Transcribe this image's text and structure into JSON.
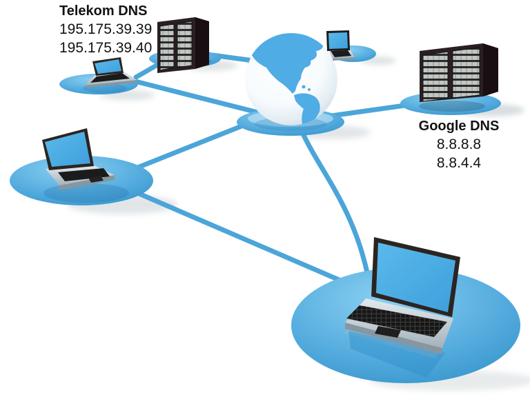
{
  "labels": {
    "telekom_title": "Telekom DNS",
    "telekom_ip1": "195.175.39.39",
    "telekom_ip2": "195.175.39.40",
    "google_title": "Google DNS",
    "google_ip1": "8.8.8.8",
    "google_ip2": "8.8.4.4"
  },
  "nodes": [
    {
      "id": "internet-globe",
      "type": "globe"
    },
    {
      "id": "telekom-dns-server",
      "type": "server-rack"
    },
    {
      "id": "google-dns-server",
      "type": "server-rack"
    },
    {
      "id": "client-laptop-top-left",
      "type": "laptop"
    },
    {
      "id": "client-laptop-top-right",
      "type": "laptop"
    },
    {
      "id": "client-laptop-left",
      "type": "laptop"
    },
    {
      "id": "client-laptop-bottom-right",
      "type": "laptop"
    }
  ],
  "colors": {
    "platform_blue": "#55ACDE",
    "line_blue": "#4BA5D9",
    "screen_blue": "#47A8E2",
    "land_blue": "#4FACE4",
    "background": "#FFFFFF"
  }
}
